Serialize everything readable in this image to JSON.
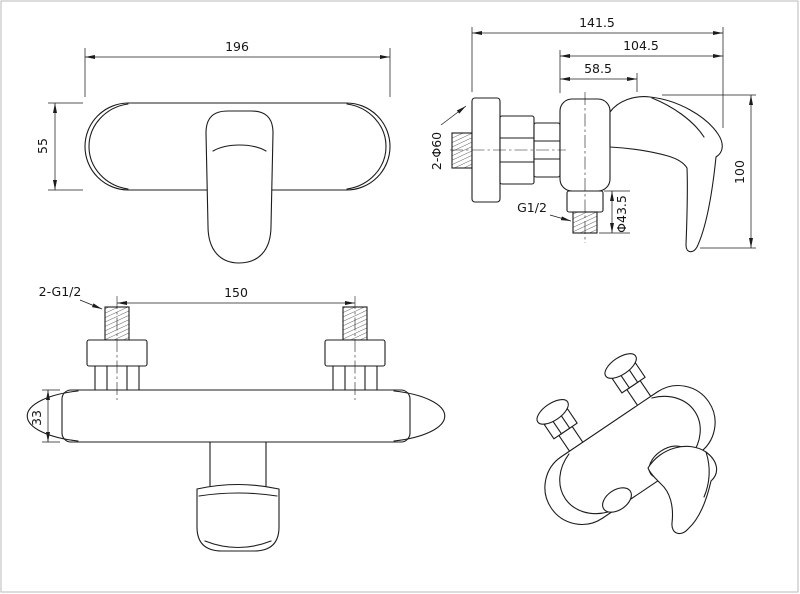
{
  "drawing": {
    "background": "#ffffff",
    "line_color": "#1c1c1c",
    "front_view": {
      "width": "196",
      "height": "55"
    },
    "side_view": {
      "overall_depth": "141.5",
      "handle_depth": "104.5",
      "body_depth": "58.5",
      "flange_diameter": "2-Φ60",
      "outlet_thread": "G1/2",
      "outlet_diameter": "Φ43.5",
      "handle_height": "100"
    },
    "bottom_view": {
      "inlet_thread": "2-G1/2",
      "inlet_spacing": "150",
      "body_thickness": "33"
    }
  }
}
